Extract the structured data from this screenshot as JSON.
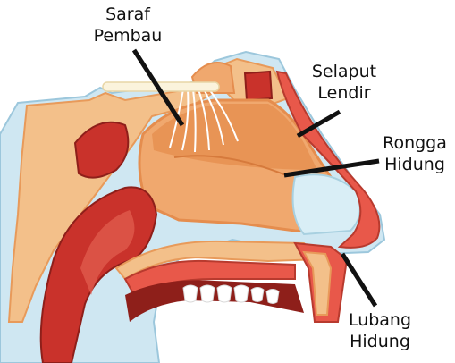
{
  "labels": {
    "saraf_pembau": {
      "line1": "Saraf",
      "line2": "Pembau"
    },
    "selaput_lendir": {
      "line1": "Selaput",
      "line2": "Lendir"
    },
    "rongga_hidung": {
      "line1": "Rongga",
      "line2": "Hidung"
    },
    "lubang_hidung": {
      "line1": "Lubang",
      "line2": "Hidung"
    }
  },
  "colors": {
    "bone": "#f3c08a",
    "bone_outline": "#e89a5a",
    "sinus_red": "#c9322b",
    "tissue_red": "#e8584a",
    "cavity": "#f0a86e",
    "cavity_dark": "#e58d4e",
    "air_blue": "#cfe7f2",
    "skin": "#f4d3c0",
    "nerve": "#ffffff",
    "pointer": "#111111"
  }
}
